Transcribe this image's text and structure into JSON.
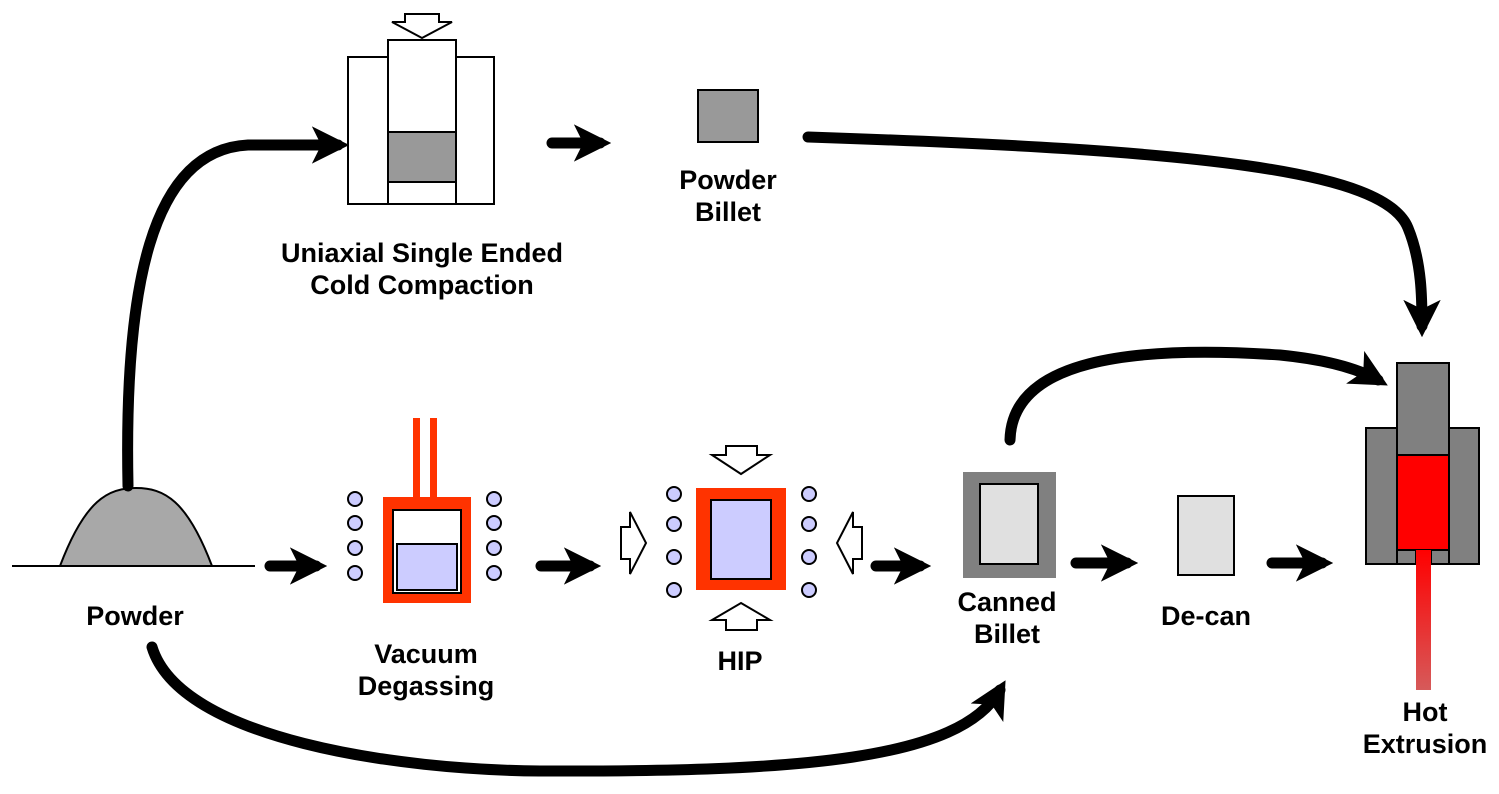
{
  "labels": {
    "powder": "Powder",
    "cold_compaction_line1": "Uniaxial Single Ended",
    "cold_compaction_line2": "Cold Compaction",
    "powder_billet_line1": "Powder",
    "powder_billet_line2": "Billet",
    "vacuum_degassing_line1": "Vacuum",
    "vacuum_degassing_line2": "Degassing",
    "hip": "HIP",
    "canned_billet_line1": "Canned",
    "canned_billet_line2": "Billet",
    "decan": "De-can",
    "hot_extrusion_line1": "Hot",
    "hot_extrusion_line2": "Extrusion"
  },
  "colors": {
    "powder": "#a8a8a8",
    "billet_gray": "#999999",
    "can_gray": "#808080",
    "light_gray": "#e0e0e0",
    "lavender": "#ccccff",
    "orange_red": "#ff3300",
    "extrusion_red": "#ff0000",
    "arrow": "#000000"
  }
}
